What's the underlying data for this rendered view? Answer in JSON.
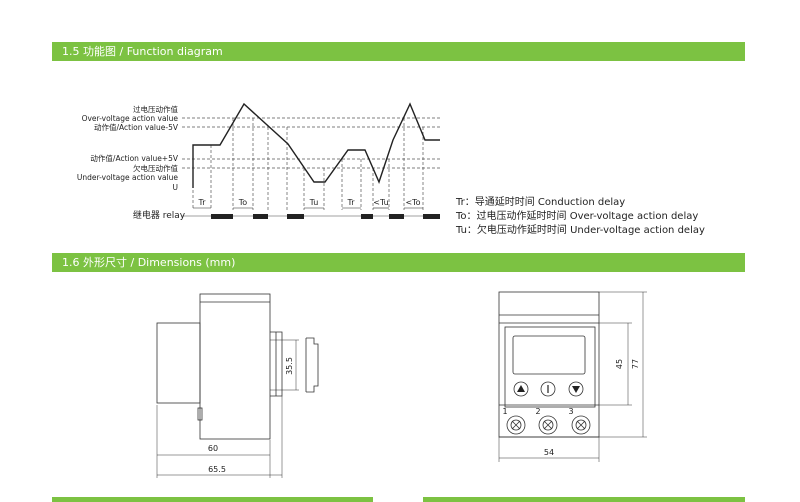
{
  "sections": {
    "function_diagram": {
      "title": "1.5 功能图 / Function diagram"
    },
    "dimensions": {
      "title": "1.6 外形尺寸 / Dimensions (mm)"
    }
  },
  "diagram": {
    "labels": {
      "ov_cn": "过电压动作值",
      "ov_en": "Over-voltage action value",
      "ov_minus": "动作值/Action value-5V",
      "uv_plus": "动作值/Action value+5V",
      "uv_cn": "欠电压动作值",
      "uv_en": "Under-voltage action value",
      "u": "U",
      "relay": "继电器 relay"
    },
    "intervals": [
      "Tr",
      "To",
      "Tu",
      "Tr",
      "<Tu",
      "<To"
    ],
    "legend": [
      "Tr：导通延时时间 Conduction delay",
      "To：过电压动作延时时间 Over-voltage action delay",
      "Tu：欠电压动作延时时间 Under-voltage action delay"
    ]
  },
  "dimensions": {
    "side": {
      "height": "35.5",
      "w1": "60",
      "w2": "65.5"
    },
    "front": {
      "height1": "45",
      "height2": "77",
      "width": "54"
    },
    "terminals": [
      "1",
      "2",
      "3"
    ]
  },
  "colors": {
    "accent": "#7cc242"
  }
}
